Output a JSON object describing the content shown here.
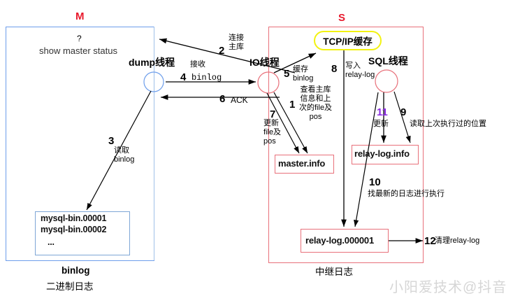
{
  "diagram": {
    "title_left": "M",
    "title_right": "S",
    "master": {
      "query_hint_mark": "?",
      "query_hint": "show master status",
      "thread_label": "dump线程",
      "binlog_files": [
        "mysql-bin.00001",
        "mysql-bin.00002",
        "..."
      ],
      "caption": "binlog",
      "caption_sub": "二进制日志"
    },
    "slave": {
      "tcp_cache": "TCP/IP缓存",
      "io_thread_label": "IO线程",
      "sql_thread_label": "SQL线程",
      "master_info_box": "master.info",
      "relay_log_info_box": "relay-log.info",
      "relay_log_file_box": "relay-log.000001",
      "caption": "中继日志"
    },
    "steps": [
      {
        "num": "1",
        "text": "查看主库\n信息和上\n次的file及\npos"
      },
      {
        "num": "2",
        "text": "连接\n主库"
      },
      {
        "num": "3",
        "text": "读取\nbinlog"
      },
      {
        "num": "4",
        "text": "接收",
        "mono": "binlog"
      },
      {
        "num": "5",
        "text": "缓存\nbinlog"
      },
      {
        "num": "6",
        "text": "ACK"
      },
      {
        "num": "7",
        "text": "更新\nfile及\npos"
      },
      {
        "num": "8",
        "text": "写入\nrelay-log"
      },
      {
        "num": "9",
        "text": "读取上次执行过的位置"
      },
      {
        "num": "10",
        "text": "找最新的日志进行执行"
      },
      {
        "num": "11",
        "text": "更新"
      },
      {
        "num": "12",
        "text": "清理relay-log"
      }
    ],
    "watermark": "小阳爱技术@抖音",
    "colors": {
      "master_border": "#6d9eeb",
      "slave_border": "#e8707a",
      "section_letter": "#e8192c",
      "tcp_border": "#f2f211",
      "dump_circle": "#6d9eeb",
      "io_circle": "#e8707a",
      "sql_circle": "#e8707a",
      "step11": "#8a2be2",
      "watermark": "#d6d6d6"
    }
  }
}
